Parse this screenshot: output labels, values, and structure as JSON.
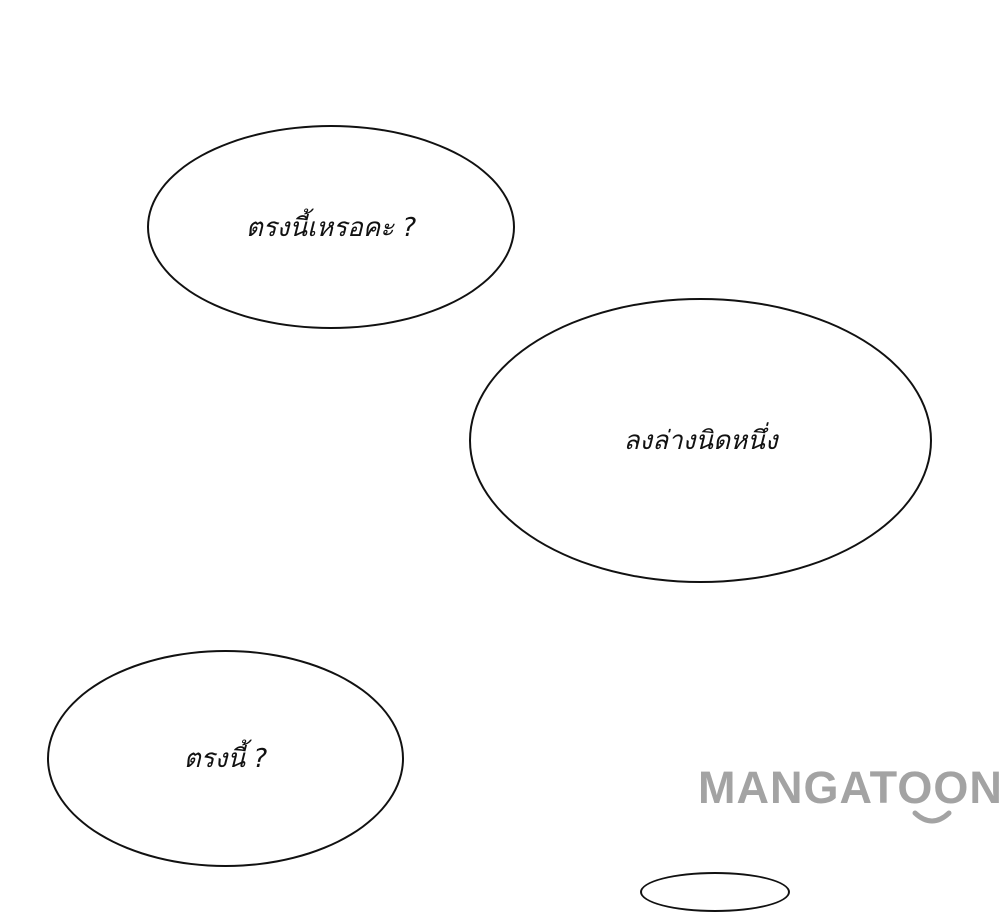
{
  "bubbles": [
    {
      "text": "ตรงนี้เหรอคะ ?"
    },
    {
      "text": "ลงล่างนิดหนึ่ง"
    },
    {
      "text": "ตรงนี้ ?"
    },
    {
      "text": ""
    }
  ],
  "watermark": {
    "text": "MANGATOON",
    "color": "#a3a3a3"
  }
}
